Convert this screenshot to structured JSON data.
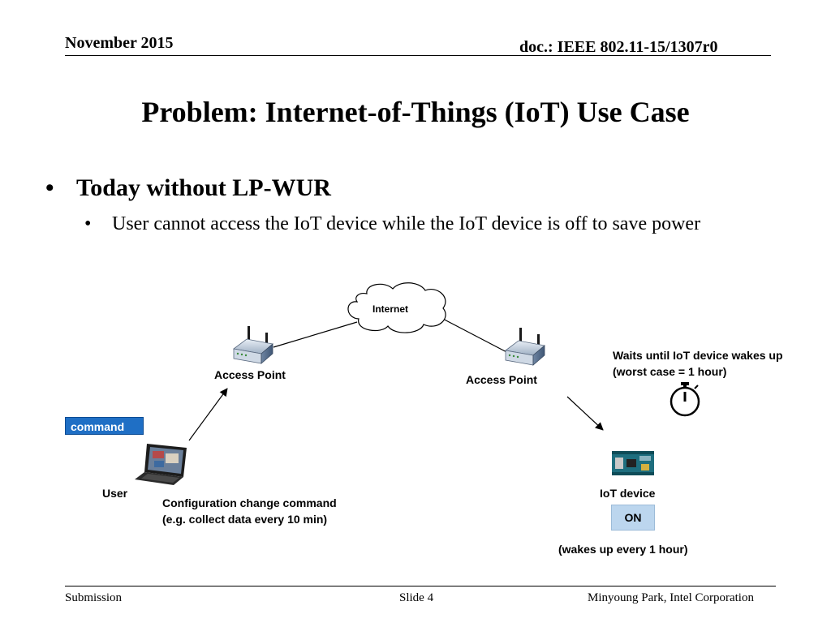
{
  "header": {
    "date": "November 2015",
    "doc": "doc.: IEEE 802.11-15/1307r0"
  },
  "title": "Problem: Internet-of-Things (IoT) Use Case",
  "bullets": {
    "level1": "Today without LP-WUR",
    "level2": "User cannot access the IoT device while the IoT device is off to save power",
    "marker": "•"
  },
  "diagram": {
    "internet_label": "Internet",
    "ap_left_label": "Access Point",
    "ap_right_label": "Access Point",
    "user_label": "User",
    "command_tag": "command",
    "config_line1": "Configuration change command",
    "config_line2": "(e.g. collect data every 10 min)",
    "wait_line1": "Waits until IoT device wakes up",
    "wait_line2": "(worst case = 1 hour)",
    "iot_label": "IoT device",
    "state_tag": "ON",
    "wake_note": "(wakes up every 1 hour)"
  },
  "footer": {
    "left": "Submission",
    "center": "Slide 4",
    "right": "Minyoung Park, Intel Corporation"
  },
  "colors": {
    "command_fill": "#1f6fc5",
    "on_fill": "#bcd6ee"
  }
}
